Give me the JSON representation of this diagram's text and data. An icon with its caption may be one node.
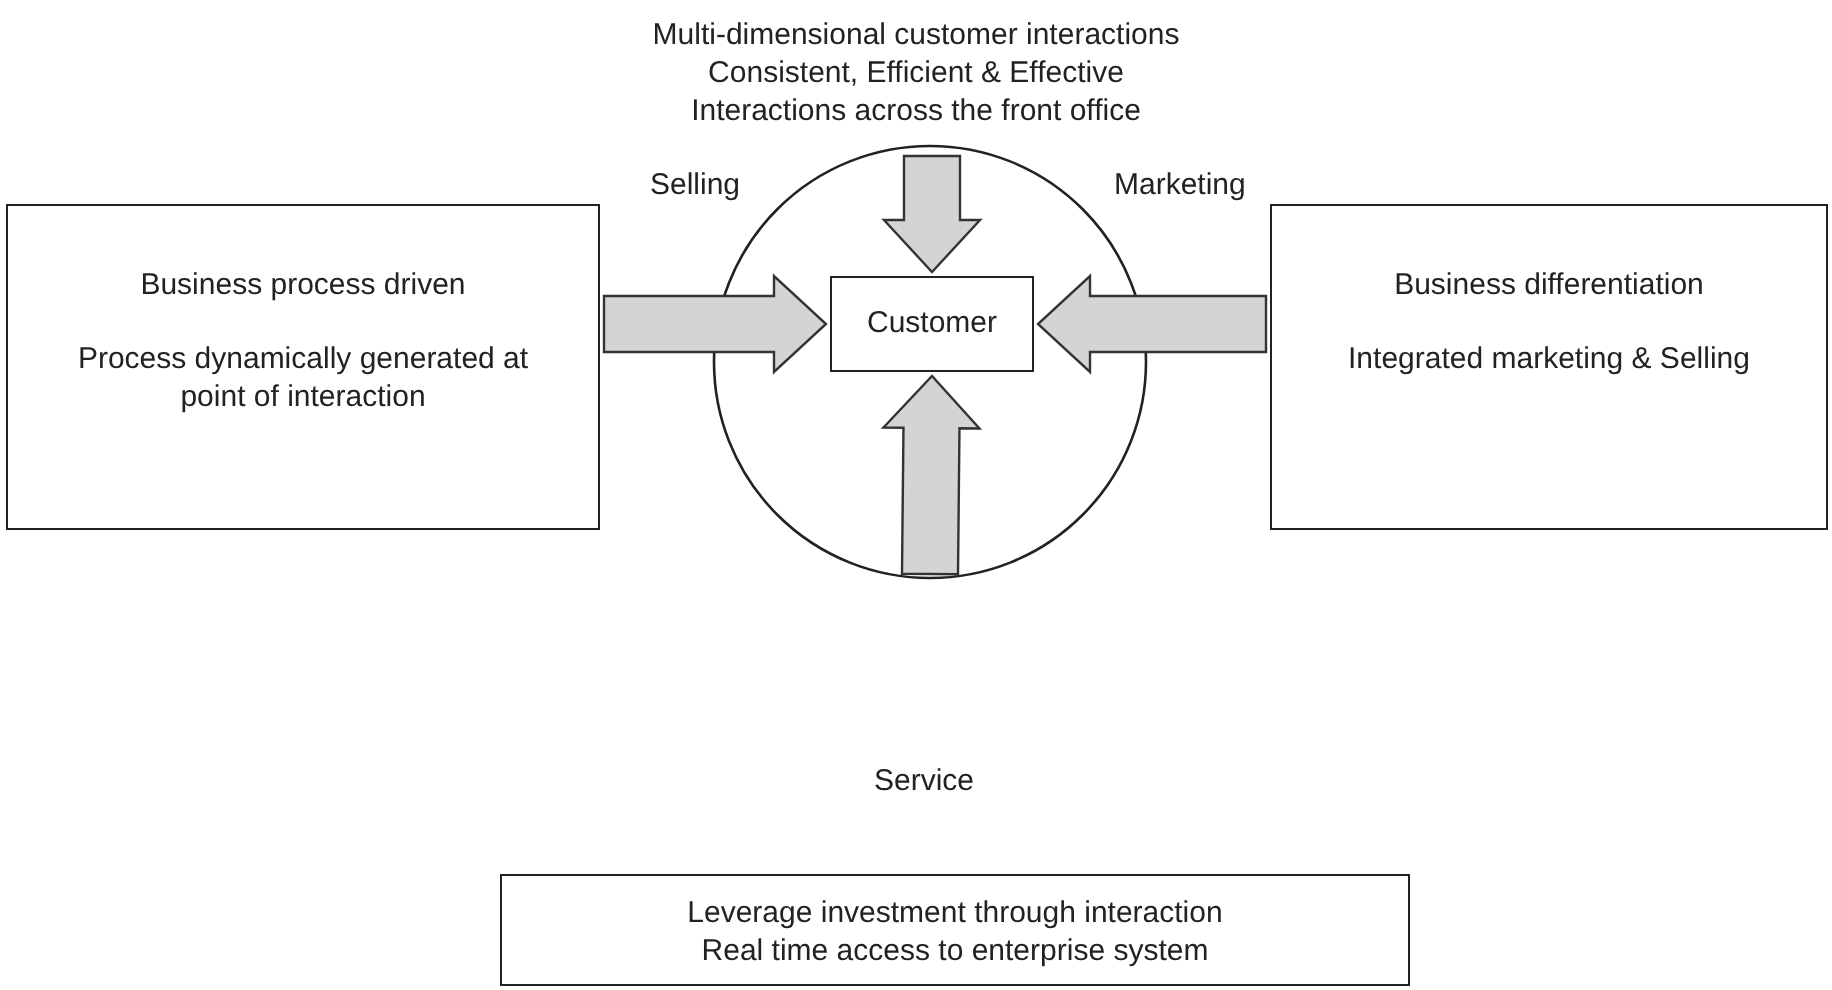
{
  "diagram": {
    "nodes": [
      {
        "text": [
          "Multi-dimensional customer interactions",
          "Consistent, Efficient & Effective",
          "Interactions across the front office"
        ]
      },
      {
        "text": [
          "Business process driven",
          "Process dynamically generated at point of interaction"
        ]
      },
      {
        "text": [],
        "shape": "circle"
      },
      {
        "text": [
          "Customer"
        ],
        "in": 2
      },
      {
        "text": [
          "Business differentiation",
          "Integrated marketing & Selling"
        ]
      },
      {
        "text": [
          "Leverage investment through interaction",
          "Real time access to enterprise system"
        ]
      }
    ],
    "edges": [
      {
        "from": 0,
        "to": 3,
        "arrow": "to"
      },
      {
        "from": 1,
        "to": 3,
        "arrow": "to"
      },
      {
        "from": 4,
        "to": 3,
        "arrow": "to"
      },
      {
        "from": null,
        "to": 3,
        "arrow": "to"
      }
    ],
    "labels": [
      "Selling",
      "Marketing",
      "Service"
    ]
  }
}
